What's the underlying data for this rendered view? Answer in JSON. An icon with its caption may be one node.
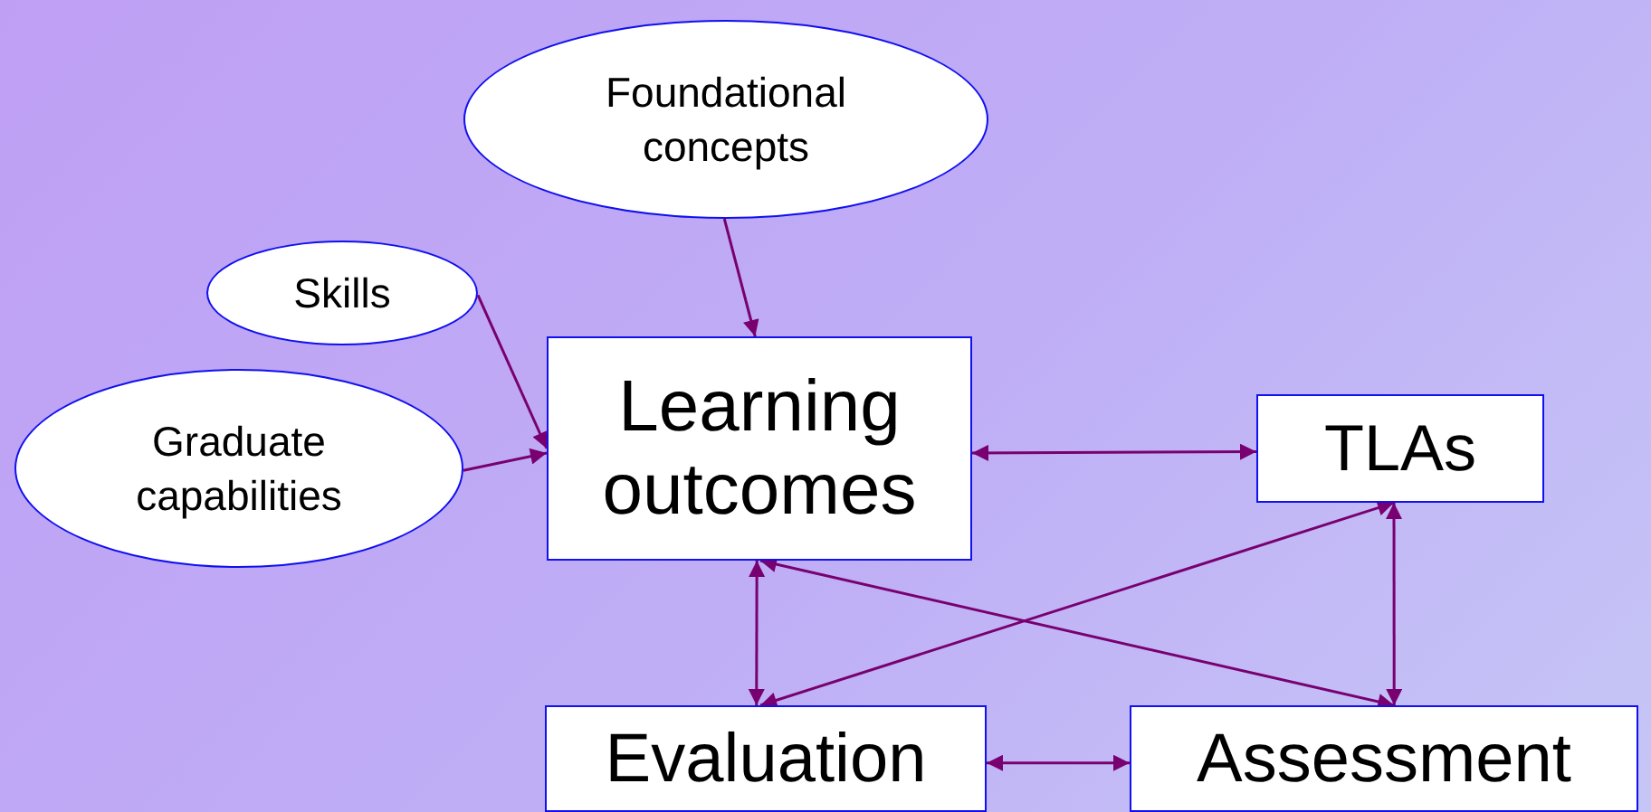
{
  "diagram": {
    "nodes": [
      {
        "text": [
          "Foundational concepts"
        ]
      },
      {
        "text": [
          "Skills"
        ]
      },
      {
        "text": [
          "Graduate capabilities"
        ]
      },
      {
        "text": [
          "Learning outcomes"
        ]
      },
      {
        "text": [
          "TLAs"
        ]
      },
      {
        "text": [
          "Evaluation"
        ]
      },
      {
        "text": [
          "Assessment"
        ]
      }
    ],
    "edges": [
      {
        "from": 0,
        "to": 3,
        "arrow": "to"
      },
      {
        "from": 1,
        "to": 3,
        "arrow": "to"
      },
      {
        "from": 2,
        "to": 3,
        "arrow": "to"
      },
      {
        "from": 3,
        "to": 4,
        "arrow": "both"
      },
      {
        "from": 3,
        "to": 5,
        "arrow": "both"
      },
      {
        "from": 3,
        "to": 6,
        "arrow": "both"
      },
      {
        "from": 4,
        "to": 5,
        "arrow": "both"
      },
      {
        "from": 4,
        "to": 6,
        "arrow": "both"
      },
      {
        "from": 5,
        "to": 6,
        "arrow": "both"
      }
    ]
  }
}
